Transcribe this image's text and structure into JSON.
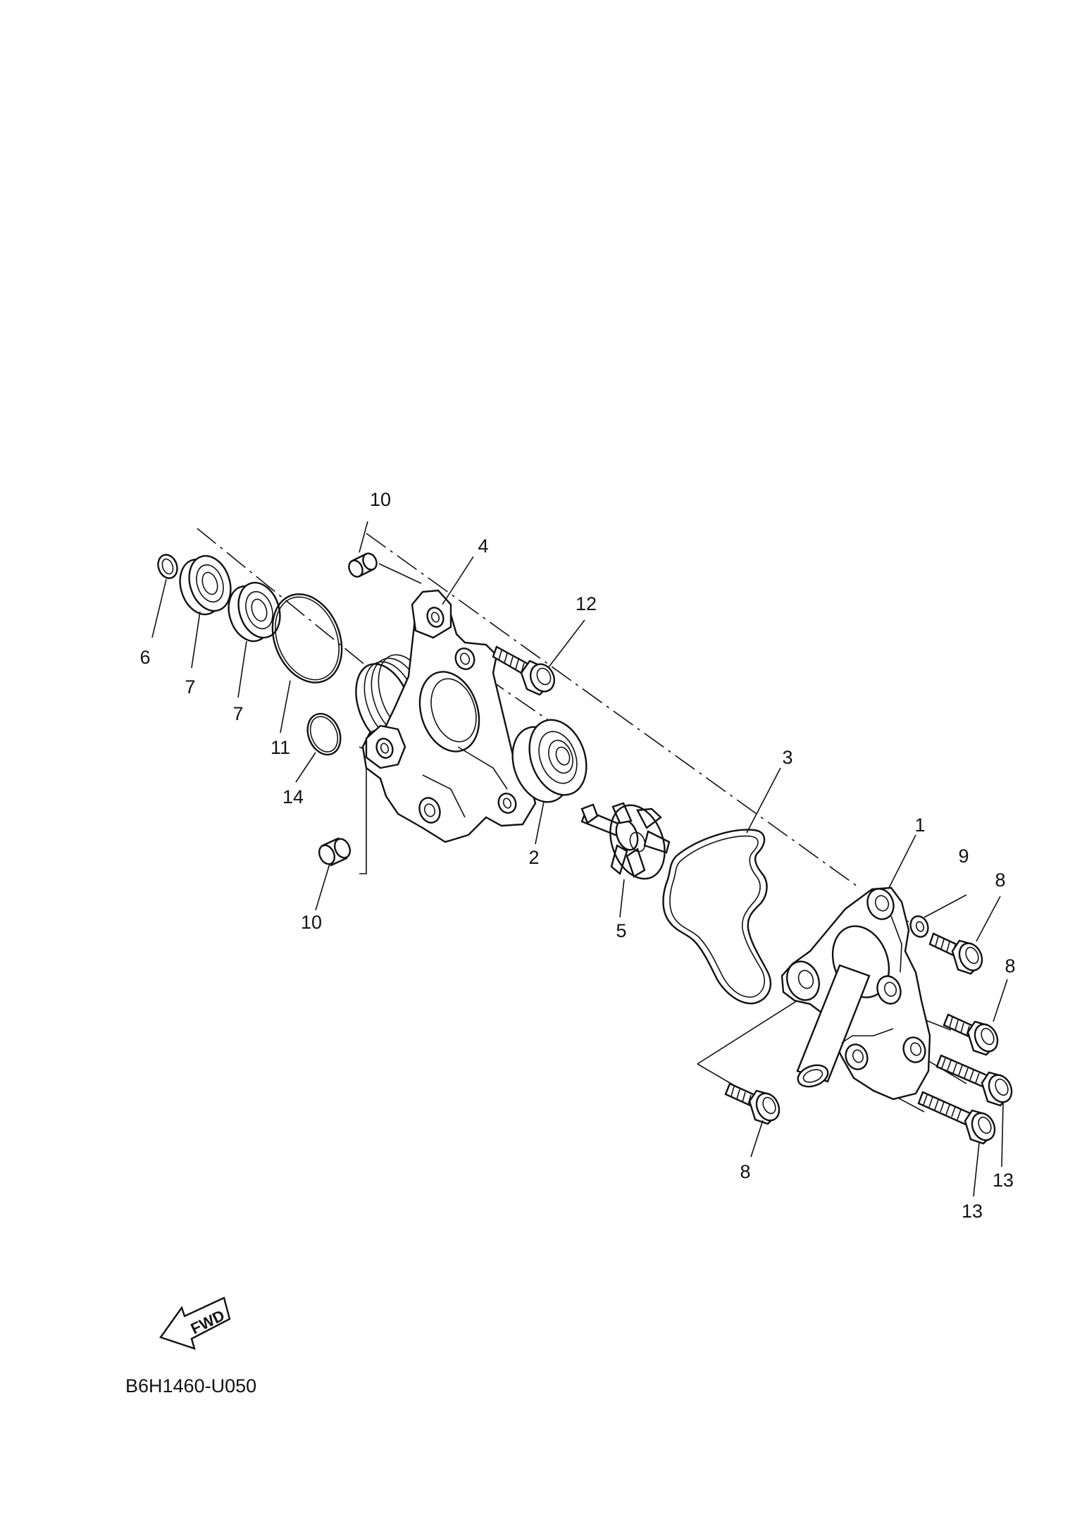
{
  "diagram": {
    "part_code": "B6H1460-U050",
    "fwd_label": "FWD",
    "callouts": {
      "c1": "1",
      "c2": "2",
      "c3": "3",
      "c4": "4",
      "c5": "5",
      "c6": "6",
      "c7a": "7",
      "c7b": "7",
      "c8a": "8",
      "c8b": "8",
      "c8c": "8",
      "c9": "9",
      "c10a": "10",
      "c10b": "10",
      "c11": "11",
      "c12": "12",
      "c13a": "13",
      "c13b": "13",
      "c14": "14"
    }
  }
}
